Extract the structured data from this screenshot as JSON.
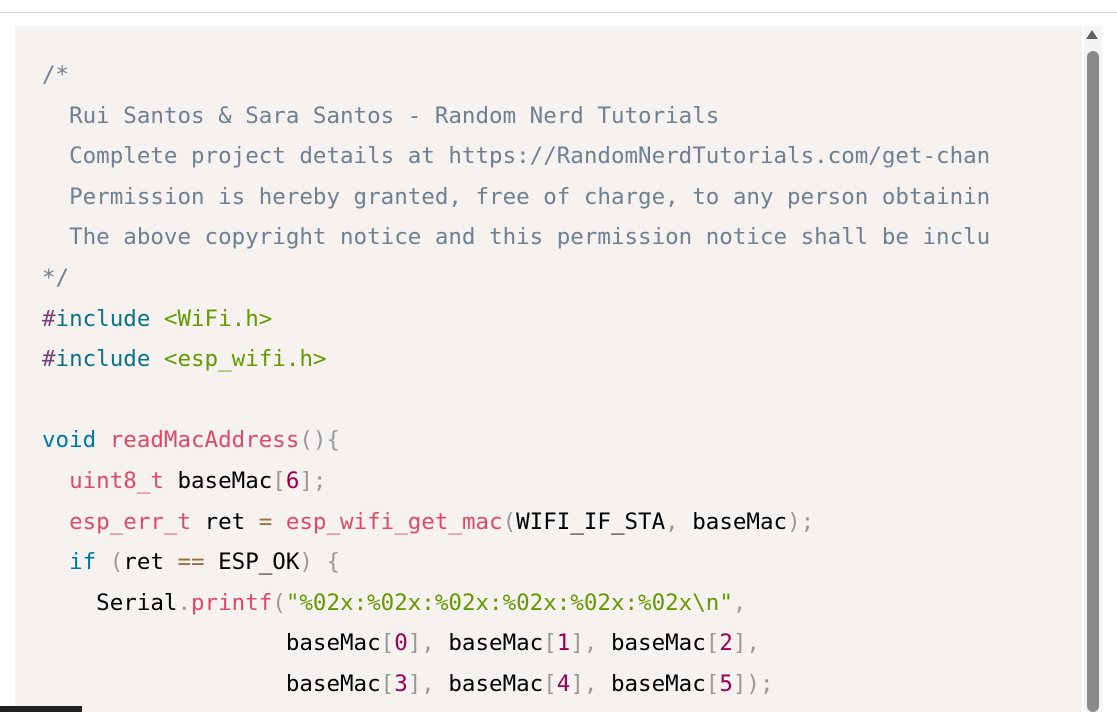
{
  "code_lines": [
    [
      {
        "t": "/*",
        "c": "comment"
      }
    ],
    [
      {
        "t": "  Rui Santos & Sara Santos - Random Nerd Tutorials",
        "c": "comment"
      }
    ],
    [
      {
        "t": "  Complete project details at https://RandomNerdTutorials.com/get-chan",
        "c": "comment"
      }
    ],
    [
      {
        "t": "  Permission is hereby granted, free of charge, to any person obtainin",
        "c": "comment"
      }
    ],
    [
      {
        "t": "  The above copyright notice and this permission notice shall be inclu",
        "c": "comment"
      }
    ],
    [
      {
        "t": "*/",
        "c": "comment"
      }
    ],
    [
      {
        "t": "#",
        "c": "pre"
      },
      {
        "t": "include",
        "c": "include"
      },
      {
        "t": " ",
        "c": "id"
      },
      {
        "t": "<WiFi.h>",
        "c": "str"
      }
    ],
    [
      {
        "t": "#",
        "c": "pre"
      },
      {
        "t": "include",
        "c": "include"
      },
      {
        "t": " ",
        "c": "id"
      },
      {
        "t": "<esp_wifi.h>",
        "c": "str"
      }
    ],
    [],
    [
      {
        "t": "void",
        "c": "kw"
      },
      {
        "t": " ",
        "c": "id"
      },
      {
        "t": "readMacAddress",
        "c": "fn"
      },
      {
        "t": "(){",
        "c": "punc"
      }
    ],
    [
      {
        "t": "  ",
        "c": "id"
      },
      {
        "t": "uint8_t",
        "c": "fn"
      },
      {
        "t": " baseMac",
        "c": "id"
      },
      {
        "t": "[",
        "c": "punc"
      },
      {
        "t": "6",
        "c": "num"
      },
      {
        "t": "];",
        "c": "punc"
      }
    ],
    [
      {
        "t": "  ",
        "c": "id"
      },
      {
        "t": "esp_err_t",
        "c": "fn"
      },
      {
        "t": " ret ",
        "c": "id"
      },
      {
        "t": "=",
        "c": "op"
      },
      {
        "t": " ",
        "c": "id"
      },
      {
        "t": "esp_wifi_get_mac",
        "c": "fn"
      },
      {
        "t": "(",
        "c": "punc"
      },
      {
        "t": "WIFI_IF_STA",
        "c": "id"
      },
      {
        "t": ",",
        "c": "punc"
      },
      {
        "t": " baseMac",
        "c": "id"
      },
      {
        "t": ");",
        "c": "punc"
      }
    ],
    [
      {
        "t": "  ",
        "c": "id"
      },
      {
        "t": "if",
        "c": "kw"
      },
      {
        "t": " ",
        "c": "id"
      },
      {
        "t": "(",
        "c": "punc"
      },
      {
        "t": "ret ",
        "c": "id"
      },
      {
        "t": "==",
        "c": "op"
      },
      {
        "t": " ESP_OK",
        "c": "id"
      },
      {
        "t": ")",
        "c": "punc"
      },
      {
        "t": " ",
        "c": "id"
      },
      {
        "t": "{",
        "c": "punc"
      }
    ],
    [
      {
        "t": "    Serial",
        "c": "id"
      },
      {
        "t": ".",
        "c": "punc"
      },
      {
        "t": "printf",
        "c": "fn"
      },
      {
        "t": "(",
        "c": "punc"
      },
      {
        "t": "\"%02x:%02x:%02x:%02x:%02x:%02x\\n\"",
        "c": "str"
      },
      {
        "t": ",",
        "c": "punc"
      }
    ],
    [
      {
        "t": "                  baseMac",
        "c": "id"
      },
      {
        "t": "[",
        "c": "punc"
      },
      {
        "t": "0",
        "c": "num"
      },
      {
        "t": "],",
        "c": "punc"
      },
      {
        "t": " baseMac",
        "c": "id"
      },
      {
        "t": "[",
        "c": "punc"
      },
      {
        "t": "1",
        "c": "num"
      },
      {
        "t": "],",
        "c": "punc"
      },
      {
        "t": " baseMac",
        "c": "id"
      },
      {
        "t": "[",
        "c": "punc"
      },
      {
        "t": "2",
        "c": "num"
      },
      {
        "t": "],",
        "c": "punc"
      }
    ],
    [
      {
        "t": "                  baseMac",
        "c": "id"
      },
      {
        "t": "[",
        "c": "punc"
      },
      {
        "t": "3",
        "c": "num"
      },
      {
        "t": "],",
        "c": "punc"
      },
      {
        "t": " baseMac",
        "c": "id"
      },
      {
        "t": "[",
        "c": "punc"
      },
      {
        "t": "4",
        "c": "num"
      },
      {
        "t": "],",
        "c": "punc"
      },
      {
        "t": " baseMac",
        "c": "id"
      },
      {
        "t": "[",
        "c": "punc"
      },
      {
        "t": "5",
        "c": "num"
      },
      {
        "t": "]);",
        "c": "punc"
      }
    ]
  ],
  "colors": {
    "background": "#f5f2f0",
    "comment": "#708090",
    "keyword": "#0077aa",
    "function": "#dd4a68",
    "string": "#669900",
    "number": "#990055",
    "punctuation": "#999999"
  },
  "scrollbar": {
    "up_arrow_icon": "triangle-up-icon"
  }
}
